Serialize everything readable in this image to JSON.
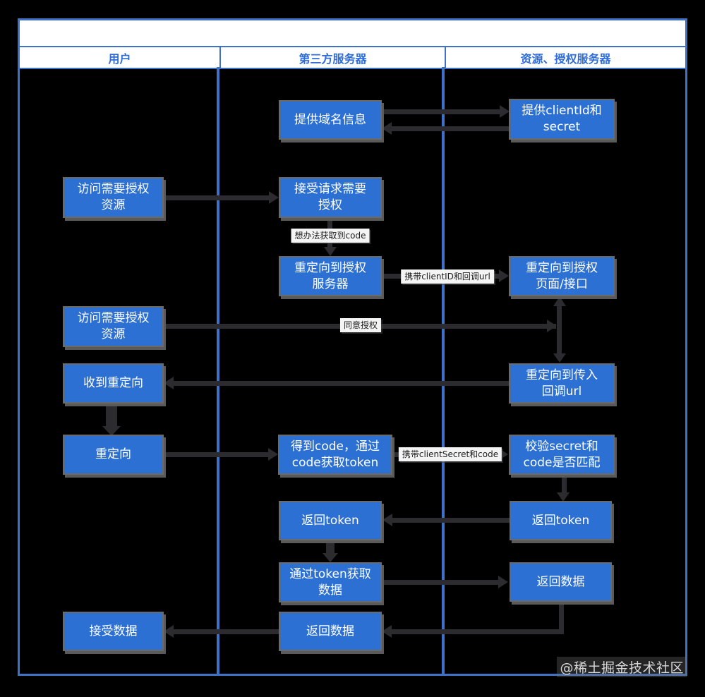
{
  "colors": {
    "bg": "#000000",
    "frame_blue": "#3e72c6",
    "header_text": "#2e6cd9",
    "box_blue": "#2d70d3",
    "box_border": "#6a6a6a",
    "box_shadow": "#5a5a5a",
    "arrow": "#2c2c30",
    "chip_bg": "#f4f4f4",
    "chip_text": "#1c1c1c",
    "watermark": "#d9d9d9"
  },
  "header": {
    "columns": [
      {
        "label": "用户"
      },
      {
        "label": "第三方服务器"
      },
      {
        "label": "资源、授权服务器"
      }
    ]
  },
  "nodes": [
    {
      "label": "提供域名信息"
    },
    {
      "label": "提供clientId和\nsecret"
    },
    {
      "label": "访问需要授权\n资源"
    },
    {
      "label": "接受请求需要\n授权"
    },
    {
      "label": "重定向到授权\n服务器"
    },
    {
      "label": "重定向到授权\n页面/接口"
    },
    {
      "label": "访问需要授权\n资源"
    },
    {
      "label": "收到重定向"
    },
    {
      "label": "重定向到传入\n回调url"
    },
    {
      "label": "重定向"
    },
    {
      "label": "得到code，通过\ncode获取token"
    },
    {
      "label": "校验secret和\ncode是否匹配"
    },
    {
      "label": "返回token"
    },
    {
      "label": "返回token"
    },
    {
      "label": "通过token获取\n数据"
    },
    {
      "label": "返回数据"
    },
    {
      "label": "接受数据"
    },
    {
      "label": "返回数据"
    }
  ],
  "edge_labels": [
    {
      "label": "想办法获取到code"
    },
    {
      "label": "携带clientID和回调url"
    },
    {
      "label": "同意授权"
    },
    {
      "label": "携带clientSecret和code"
    }
  ],
  "watermark": "@稀土掘金技术社区"
}
